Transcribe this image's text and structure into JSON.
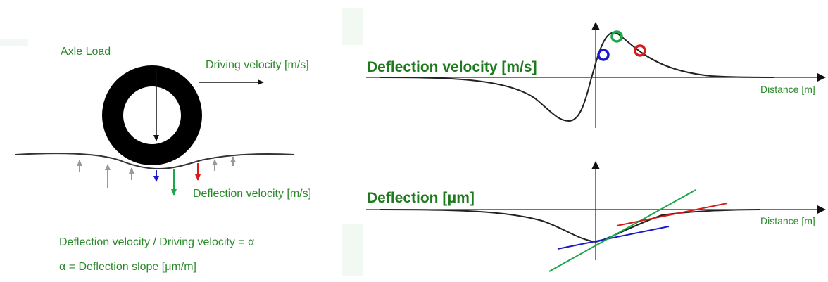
{
  "left_panel": {
    "axle_load": "Axle Load",
    "driving_velocity": "Driving velocity   [m/s]",
    "deflection_velocity": "Deflection velocity   [m/s]",
    "equation_ratio": "Deflection velocity / Driving velocity  =  α",
    "equation_slope": "α = Deflection slope [μm/m]"
  },
  "top_graph": {
    "title": "Deflection velocity  [m/s]",
    "x_axis_label": "Distance [m]"
  },
  "bottom_graph": {
    "title": "Deflection  [μm]",
    "x_axis_label": "Distance [m]"
  },
  "colors": {
    "label_green": "#2a8a2a",
    "title_green": "#1f7a1f",
    "blue": "#1a1acc",
    "green": "#1aa84a",
    "red": "#d81a1a",
    "gray_arrow": "#999999",
    "curve": "#333333"
  }
}
